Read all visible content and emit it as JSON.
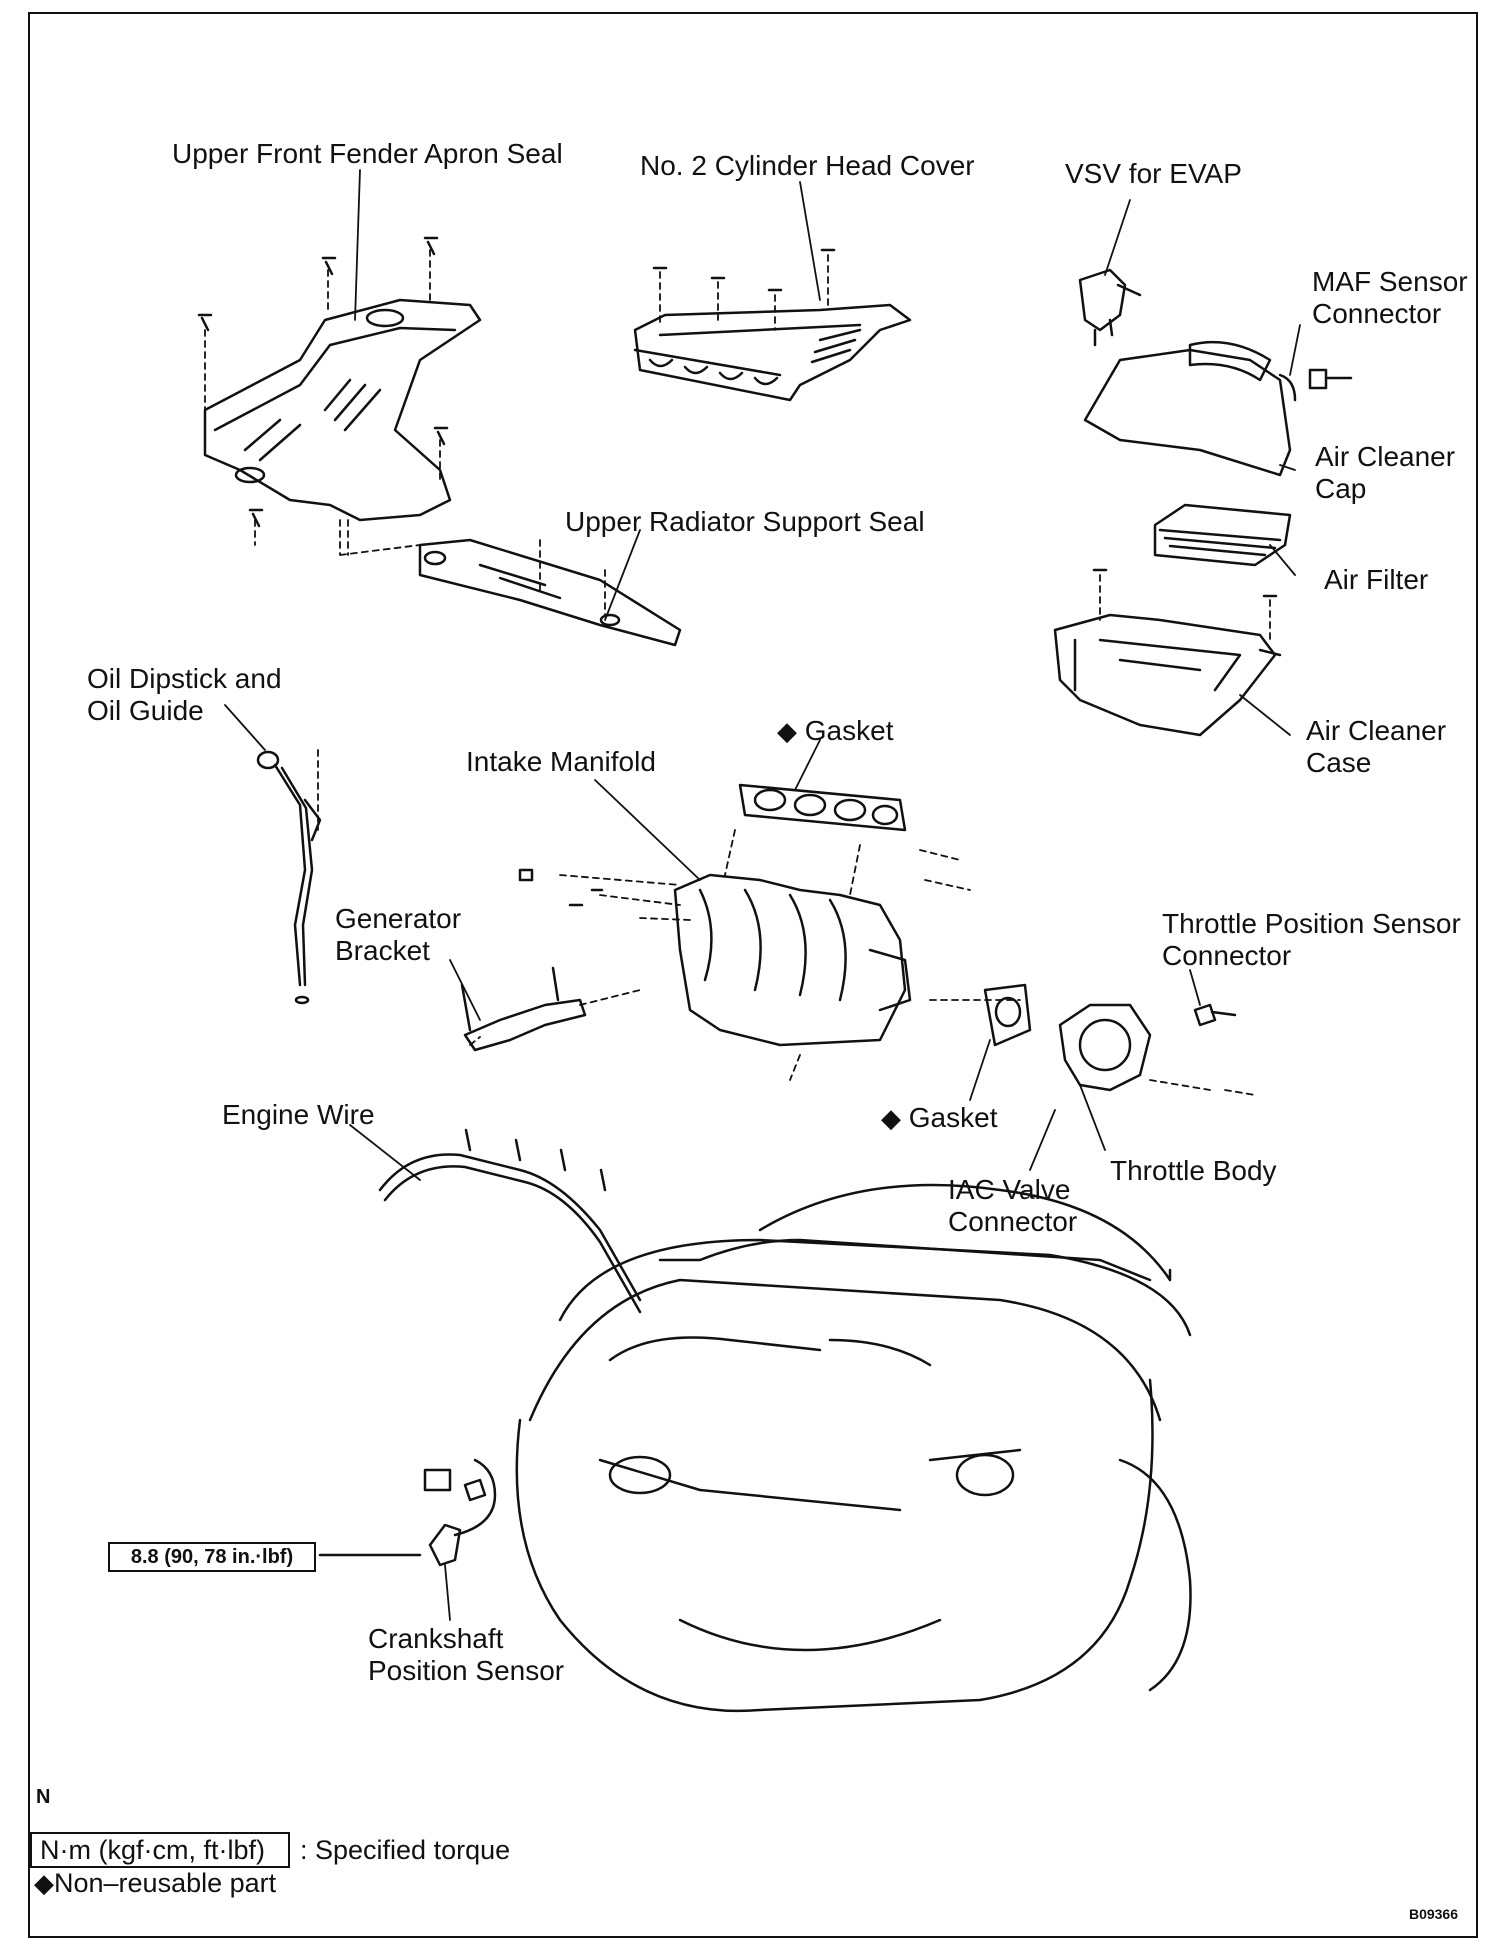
{
  "labels": {
    "upper_front_fender_apron_seal": "Upper Front Fender Apron Seal",
    "no2_cylinder_head_cover": "No. 2 Cylinder Head Cover",
    "vsv_for_evap": "VSV for EVAP",
    "maf_sensor_connector": "MAF Sensor\nConnector",
    "air_cleaner_cap": "Air Cleaner\nCap",
    "air_filter": "Air Filter",
    "upper_radiator_support_seal": "Upper Radiator Support Seal",
    "oil_dipstick_and_guide": "Oil Dipstick and\nOil Guide",
    "gasket_top": "Gasket",
    "air_cleaner_case": "Air Cleaner\nCase",
    "intake_manifold": "Intake Manifold",
    "generator_bracket": "Generator\nBracket",
    "throttle_position_sensor_connector": "Throttle Position Sensor\nConnector",
    "gasket_bottom": "Gasket",
    "engine_wire": "Engine Wire",
    "throttle_body": "Throttle Body",
    "iac_valve_connector": "IAC Valve\nConnector",
    "crankshaft_position_sensor": "Crankshaft\nPosition Sensor",
    "torque_value": "8.8 (90, 78 in.·lbf)"
  },
  "legend": {
    "n_mark": "N",
    "torque_unit": "N·m (kgf·cm, ft·lbf)",
    "torque_desc": ": Specified torque",
    "non_reusable_symbol": "◆",
    "non_reusable": "Non–reusable part"
  },
  "figure_code": "B09366",
  "non_reusable_marker": "◆"
}
